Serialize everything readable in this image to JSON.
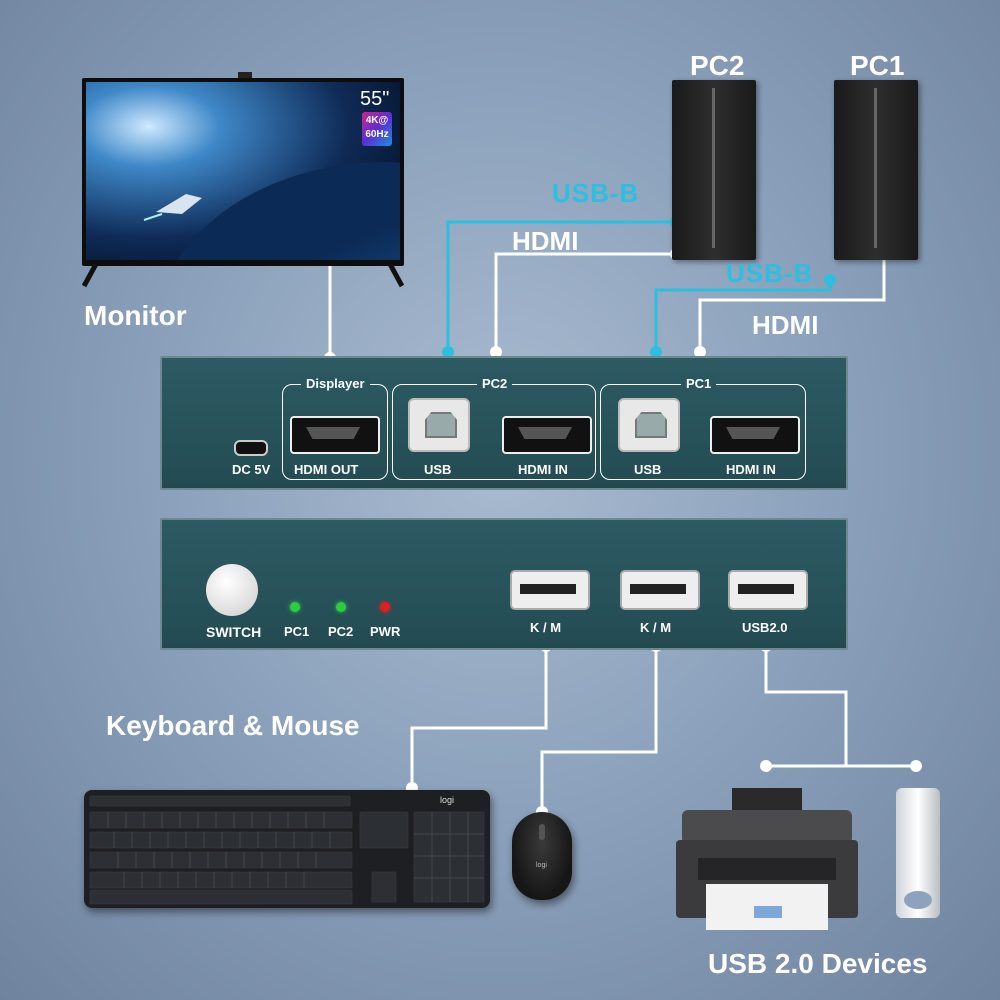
{
  "tv": {
    "size": "55\"",
    "badge_line1": "4K@",
    "badge_line2": "60Hz"
  },
  "labels": {
    "monitor": "Monitor",
    "pc2": "PC2",
    "pc1": "PC1",
    "usbb_top": "USB-B",
    "hdmi_top": "HDMI",
    "usbb_right": "USB-B",
    "hdmi_right": "HDMI",
    "keyboard_mouse": "Keyboard & Mouse",
    "usb_devices": "USB 2.0 Devices"
  },
  "rear_panel": {
    "dc": "DC 5V",
    "displayer": "Displayer",
    "hdmi_out": "HDMI OUT",
    "pc2_group": "PC2",
    "pc1_group": "PC1",
    "usb_a": "USB",
    "hdmi_in_a": "HDMI IN",
    "usb_b": "USB",
    "hdmi_in_b": "HDMI IN"
  },
  "front_panel": {
    "switch": "SWITCH",
    "pc1": "PC1",
    "pc2": "PC2",
    "pwr": "PWR",
    "km1": "K / M",
    "km2": "K / M",
    "usb20": "USB2.0"
  },
  "peripherals": {
    "keyboard_brand": "logi",
    "mouse_brand": "logi"
  },
  "colors": {
    "wire_white": "#ffffff",
    "wire_cyan": "#2bbfe0",
    "led_green": "#2ecc40",
    "led_red": "#e02020",
    "panel": "#2a575f"
  }
}
